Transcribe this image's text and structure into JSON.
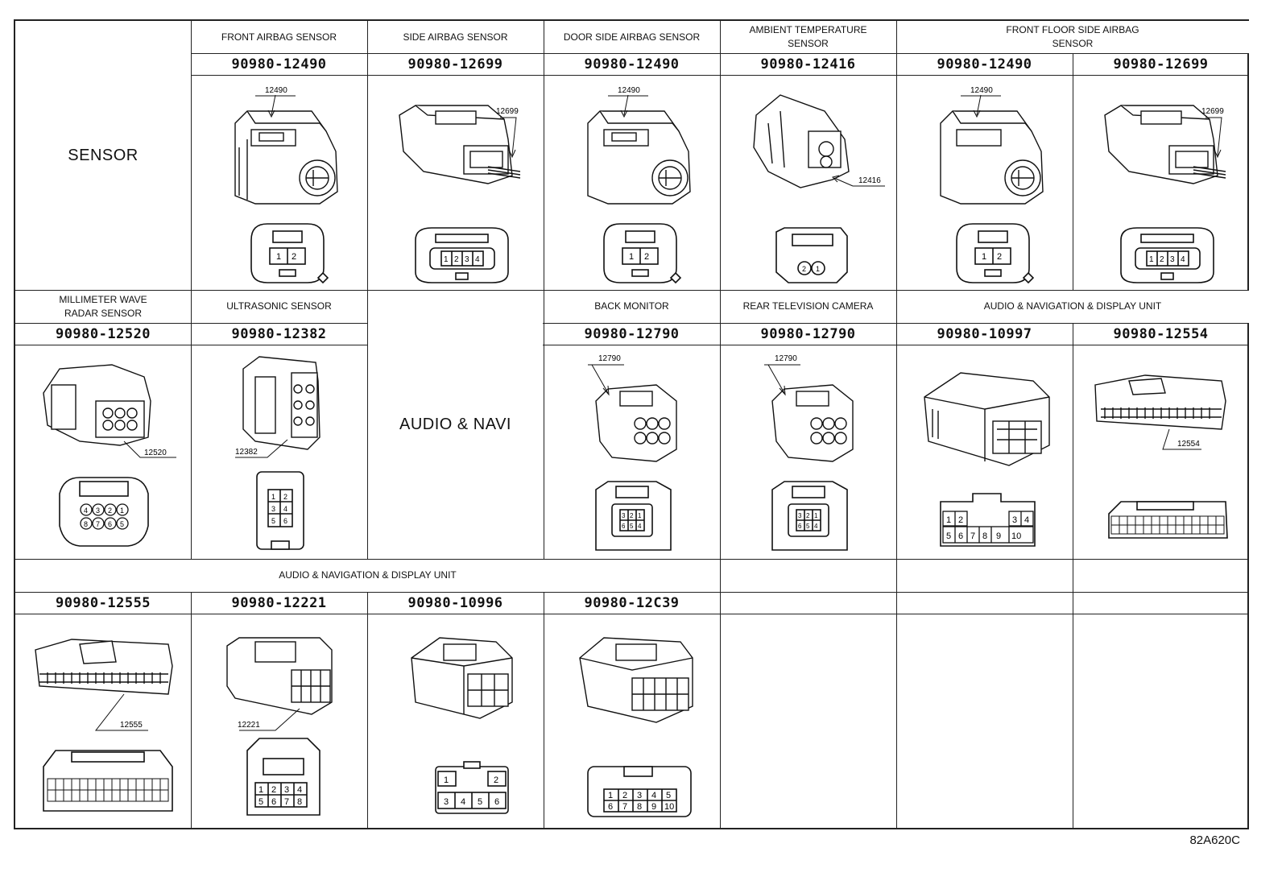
{
  "table": {
    "sensor_label": "SENSOR",
    "audio_navi_label": "AUDIO & NAVI",
    "row1": {
      "front_airbag": {
        "label": "FRONT AIRBAG SENSOR",
        "part": "90980-12490",
        "callout": "12490",
        "pins": [
          "1",
          "2"
        ]
      },
      "side_airbag": {
        "label": "SIDE AIRBAG SENSOR",
        "part": "90980-12699",
        "callout": "12699",
        "pins": [
          "1",
          "2",
          "3",
          "4"
        ]
      },
      "door_side_airbag": {
        "label": "DOOR SIDE AIRBAG SENSOR",
        "part": "90980-12490",
        "callout": "12490",
        "pins": [
          "1",
          "2"
        ]
      },
      "ambient_temp": {
        "label": "AMBIENT TEMPERATURE SENSOR",
        "part": "90980-12416",
        "callout": "12416",
        "pins": [
          "2",
          "1"
        ]
      },
      "front_floor_side_airbag": {
        "label": "FRONT FLOOR SIDE AIRBAG SENSOR",
        "parts": [
          "90980-12490",
          "90980-12699"
        ],
        "callouts": [
          "12490",
          "12699"
        ],
        "pins_a": [
          "1",
          "2"
        ],
        "pins_b": [
          "1",
          "2",
          "3",
          "4"
        ]
      }
    },
    "row2": {
      "mmw_radar": {
        "label": "MILLIMETER WAVE RADAR SENSOR",
        "part": "90980-12520",
        "callout": "12520",
        "pins": [
          "4",
          "3",
          "2",
          "1",
          "8",
          "7",
          "6",
          "5"
        ]
      },
      "ultrasonic": {
        "label": "ULTRASONIC SENSOR",
        "part": "90980-12382",
        "callout": "12382",
        "pins": [
          "1",
          "2",
          "3",
          "4",
          "5",
          "6"
        ]
      },
      "back_monitor": {
        "label": "BACK MONITOR",
        "part": "90980-12790",
        "callout": "12790",
        "pins": [
          "3",
          "2",
          "1",
          "6",
          "5",
          "4"
        ]
      },
      "rear_tv_camera": {
        "label": "REAR TELEVISION CAMERA",
        "part": "90980-12790",
        "callout": "12790",
        "pins": [
          "3",
          "2",
          "1",
          "6",
          "5",
          "4"
        ]
      },
      "audio_nav_display": {
        "label": "AUDIO & NAVIGATION & DISPLAY UNIT",
        "parts": [
          "90980-10997",
          "90980-12554"
        ],
        "callout_b": "12554",
        "pins_a": [
          "1",
          "2",
          "3",
          "4",
          "5",
          "6",
          "7",
          "8",
          "9",
          "10"
        ]
      }
    },
    "row3": {
      "audio_nav_display_label": "AUDIO & NAVIGATION & DISPLAY UNIT",
      "c1": {
        "part": "90980-12555",
        "callout": "12555"
      },
      "c2": {
        "part": "90980-12221",
        "callout": "12221",
        "pins": [
          "1",
          "2",
          "3",
          "4",
          "5",
          "6",
          "7",
          "8"
        ]
      },
      "c3": {
        "part": "90980-10996",
        "pins": [
          "1",
          "2",
          "3",
          "4",
          "5",
          "6"
        ]
      },
      "c4": {
        "part": "90980-12C39",
        "pins": [
          "1",
          "2",
          "3",
          "4",
          "5",
          "6",
          "7",
          "8",
          "9",
          "10"
        ]
      }
    }
  },
  "footer_code": "82A620C"
}
